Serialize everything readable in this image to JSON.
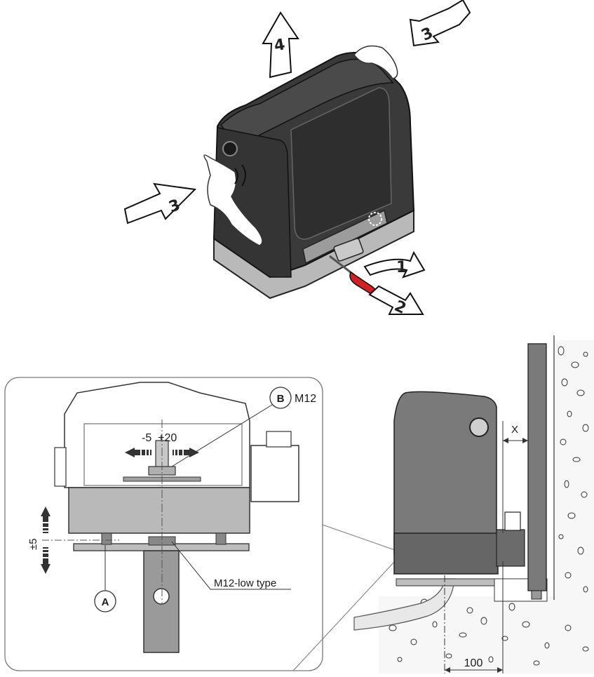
{
  "steps": {
    "s1": "1",
    "s2": "2",
    "s3a": "3",
    "s3b": "3",
    "s4": "4"
  },
  "detail": {
    "label_b": "B",
    "bolt_b": "M12",
    "adjust_h": "-5  +20",
    "adjust_v": "±5",
    "label_a": "A",
    "low_nut": "M12-low type"
  },
  "side_view": {
    "gap_x": "X",
    "dim_100": "100"
  },
  "colors": {
    "housing": "#3a3a3a",
    "base": "#b9b9b9",
    "concrete": "#f2f2f2",
    "accent_red": "#d32020"
  }
}
